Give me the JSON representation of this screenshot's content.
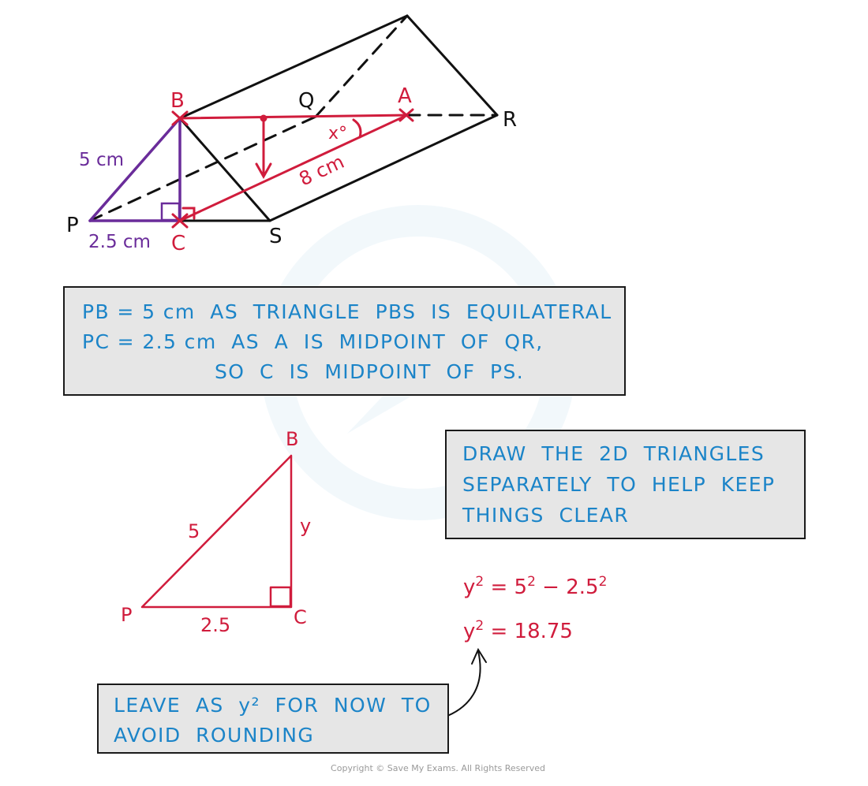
{
  "prism": {
    "labels": {
      "B": "B",
      "Q": "Q",
      "A": "A",
      "R": "R",
      "P": "P",
      "C": "C",
      "S": "S",
      "x_angle": "x°",
      "len_8cm": "8 cm",
      "len_5cm": "5 cm",
      "len_2_5cm": "2.5 cm"
    }
  },
  "note_box_1": {
    "line1": "PB = 5 cm  AS  TRIANGLE  PBS  IS  EQUILATERAL",
    "line2": "PC = 2.5 cm  AS  A  IS  MIDPOINT  OF  QR,",
    "line3": "SO  C  IS  MIDPOINT  OF  PS."
  },
  "triangle2d": {
    "labels": {
      "B": "B",
      "P": "P",
      "C": "C",
      "hyp": "5",
      "vertical": "y",
      "base": "2.5"
    }
  },
  "note_box_2": {
    "line1": "DRAW  THE  2D  TRIANGLES",
    "line2": "SEPARATELY  TO  HELP  KEEP",
    "line3": "THINGS  CLEAR"
  },
  "equations": {
    "eq1_y": "y",
    "eq1_eq": " = 5",
    "eq1_minus": " − 2.5",
    "eq2_y": "y",
    "eq2_rest": " = 18.75",
    "sq": "2"
  },
  "note_box_3": {
    "line1": "LEAVE  AS  y²  FOR  NOW  TO",
    "line2": "AVOID  ROUNDING"
  },
  "copyright": "Copyright © Save My Exams. All Rights Reserved",
  "colors": {
    "red": "#d01c3c",
    "purple": "#6a2c9a",
    "blue_text": "#1b84c8",
    "box_fill": "#e6e6e6"
  }
}
